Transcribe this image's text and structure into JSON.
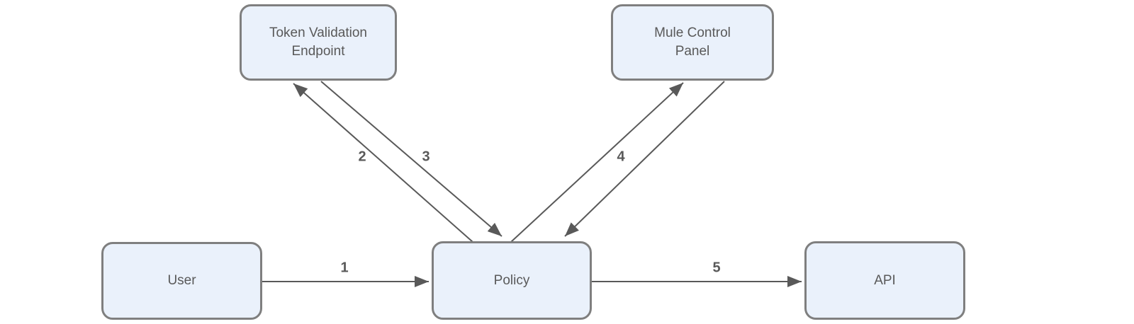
{
  "diagram": {
    "type": "flow-diagram",
    "background_color": "#ffffff",
    "colors": {
      "node_fill": "#eaf1fb",
      "node_border": "#7f7f7f",
      "edge_stroke": "#595959",
      "text": "#595959"
    },
    "nodes": {
      "token_validation_endpoint": {
        "label": "Token Validation Endpoint"
      },
      "mule_control_panel": {
        "label": "Mule Control Panel"
      },
      "user": {
        "label": "User"
      },
      "policy": {
        "label": "Policy"
      },
      "api": {
        "label": "API"
      }
    },
    "edges": [
      {
        "label": "1",
        "from": "User",
        "to": "Policy",
        "bidirectional": false
      },
      {
        "label": "2",
        "from": "Policy",
        "to": "Token Validation Endpoint",
        "bidirectional": false
      },
      {
        "label": "3",
        "from": "Token Validation Endpoint",
        "to": "Policy",
        "bidirectional": false
      },
      {
        "label": "4",
        "from": "Policy",
        "to": "Mule Control Panel",
        "bidirectional": true
      },
      {
        "label": "5",
        "from": "Policy",
        "to": "API",
        "bidirectional": false
      }
    ]
  }
}
